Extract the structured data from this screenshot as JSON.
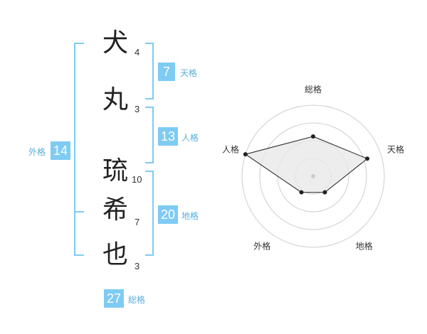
{
  "name": {
    "characters": [
      {
        "char": "犬",
        "strokes": "4"
      },
      {
        "char": "丸",
        "strokes": "3"
      },
      {
        "char": "琉",
        "strokes": "10"
      },
      {
        "char": "希",
        "strokes": "7"
      },
      {
        "char": "也",
        "strokes": "3"
      }
    ]
  },
  "kakusu": {
    "tenkaku": {
      "value": "7",
      "label": "天格"
    },
    "jinkaku": {
      "value": "13",
      "label": "人格"
    },
    "chikaku": {
      "value": "20",
      "label": "地格"
    },
    "gaikaku": {
      "value": "14",
      "label": "外格"
    },
    "soukaku": {
      "value": "27",
      "label": "総格"
    }
  },
  "radar": {
    "axes": [
      "総格",
      "天格",
      "地格",
      "外格",
      "人格"
    ],
    "levels": 4,
    "values": [
      0.56,
      0.8,
      0.28,
      0.28,
      1.0
    ],
    "colors": {
      "grid": "#cfcfcf",
      "line": "#222222",
      "fill": "#e8e8e8",
      "point": "#222222",
      "center": "#cccccc"
    }
  }
}
